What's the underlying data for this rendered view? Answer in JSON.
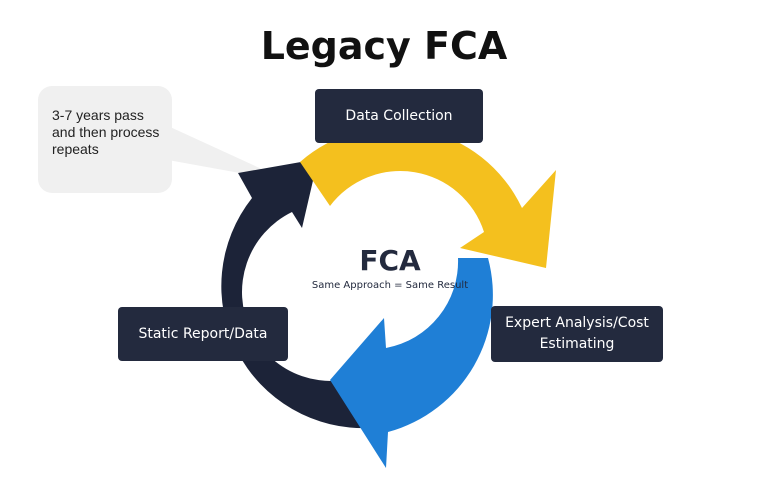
{
  "title": "Legacy FCA",
  "center": {
    "title": "FCA",
    "subtitle": "Same Approach = Same Result"
  },
  "callout": {
    "text": "3-7 years pass and then process repeats"
  },
  "steps": [
    {
      "label": "Data Collection"
    },
    {
      "label": "Expert Analysis/Cost Estimating"
    },
    {
      "label": "Static Report/Data"
    }
  ],
  "colors": {
    "yellow_arrow": "#f4c01e",
    "blue_arrow": "#1f7fd6",
    "navy_arrow": "#1c2338",
    "box_fill": "#232a3e",
    "callout_fill": "#f0f0f0"
  }
}
